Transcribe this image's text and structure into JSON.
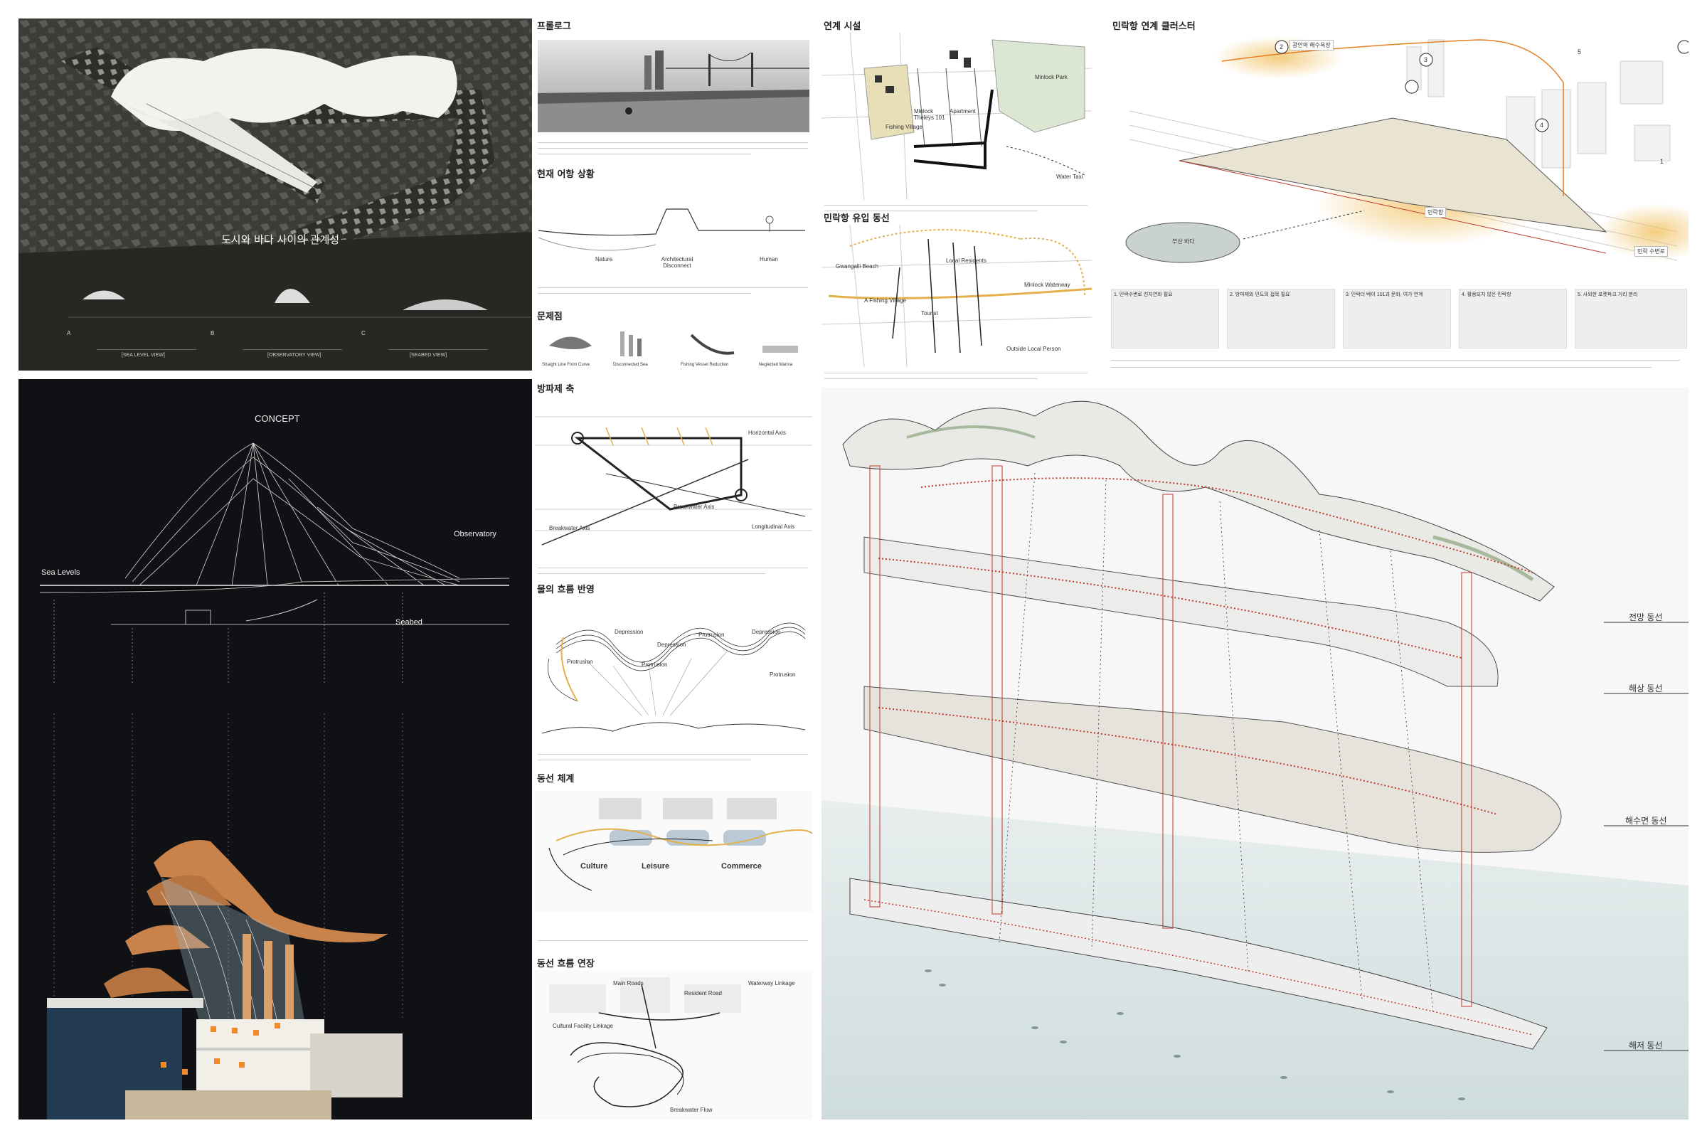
{
  "panel_aerial": {
    "title": "도시와 바다 사이의 관계성",
    "view_letters": [
      "A",
      "B",
      "C"
    ],
    "views": [
      "[SEA LEVEL VIEW]",
      "[OBSERVATORY VIEW]",
      "[SEABED VIEW]"
    ]
  },
  "panel_concept": {
    "title": "CONCEPT",
    "labels": {
      "observatory": "Observatory",
      "sea_levels": "Sea Levels",
      "seabed": "Seabed"
    }
  },
  "col_analysis": {
    "prologue": {
      "heading": "프롤로그"
    },
    "current": {
      "heading": "현재 어항 상황",
      "labels": [
        "Nature",
        "Architectural Disconnect",
        "Human"
      ]
    },
    "problems": {
      "heading": "문제점",
      "labels": [
        "Straight Line From Curve",
        "Disconnected Sea",
        "Fishing Vessel Reduction",
        "Neglected Marina"
      ]
    },
    "breakwater_axis": {
      "heading": "방파제 축",
      "labels": [
        "Horizontal Axis",
        "Breakwater Axis",
        "Breakwater Axis",
        "Longitudinal Axis"
      ]
    },
    "water_flow": {
      "heading": "물의 흐름 반영",
      "labels": [
        "Depression",
        "Protrusion",
        "Depression",
        "Protrusion",
        "Depression",
        "Protrusion",
        "Protrusion"
      ]
    },
    "circulation": {
      "heading": "동선 체계",
      "labels": [
        "Culture",
        "Leisure",
        "Commerce"
      ]
    },
    "flow_extension": {
      "heading": "동선 흐름 연장",
      "labels": [
        "Main Roads",
        "Resident Road",
        "Waterway Linkage",
        "Cultural Facility Linkage",
        "Breakwater Flow"
      ]
    }
  },
  "col_site": {
    "facilities": {
      "heading": "연계 시설",
      "labels": [
        "Fishing Village",
        "Minlock Park",
        "Minlock Theleys 101",
        "Apartment",
        "Water Taxi"
      ]
    },
    "inflow": {
      "heading": "민락항 유입 동선",
      "labels": [
        "Gwangalli Beach",
        "Local Residents",
        "Minlock Waterway",
        "A Fishing Village",
        "Tourist",
        "Outside Local Person"
      ]
    }
  },
  "panel_cluster": {
    "heading": "민락항 연계 클러스터",
    "markers": [
      "1",
      "2",
      "3",
      "4",
      "5"
    ],
    "callouts": {
      "top": "광안의 해수욕장",
      "center": "민락항",
      "busan_sea": "부산 바다",
      "bottom_right": "민락 수변로"
    },
    "steps": [
      "1. 민락수변로 친자연화 필요",
      "2. 방파제와 민도의 접목 필요",
      "3. 민락더 베이 101과 문화, 여가 연계",
      "4. 활용되지 않은 민락항",
      "5. 사외한 포켓파크 거리 분리"
    ]
  },
  "panel_exploded": {
    "layers": [
      "전망 동선",
      "해상 동선",
      "해수면 동선",
      "해저 동선"
    ]
  },
  "colors": {
    "dark_bg": "#0f1114",
    "wood": "#c8824a",
    "accent_red": "#c0392b",
    "accent_yellow": "#e3b04b"
  }
}
